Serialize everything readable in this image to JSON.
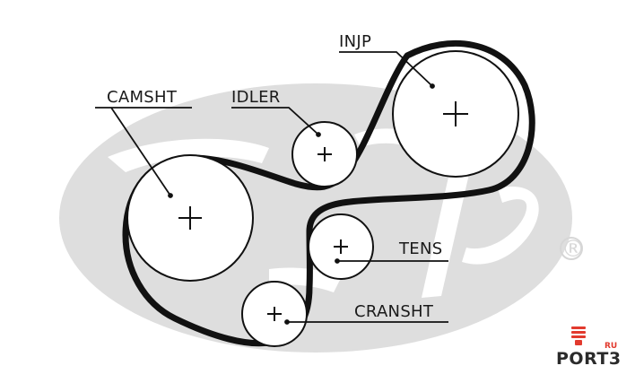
{
  "labels": {
    "injp": "INJP",
    "camsht": "CAMSHT",
    "idler": "IDLER",
    "tens": "TENS",
    "cransht": "CRANSHT"
  },
  "watermark": {
    "registered": "®"
  },
  "brand": {
    "name": "PORT3",
    "suffix": "RU",
    "accent_color": "#e23a2e",
    "text_color": "#2b2b2b"
  },
  "colors": {
    "belt": "#111111",
    "watermark": "#dcdcdc"
  }
}
